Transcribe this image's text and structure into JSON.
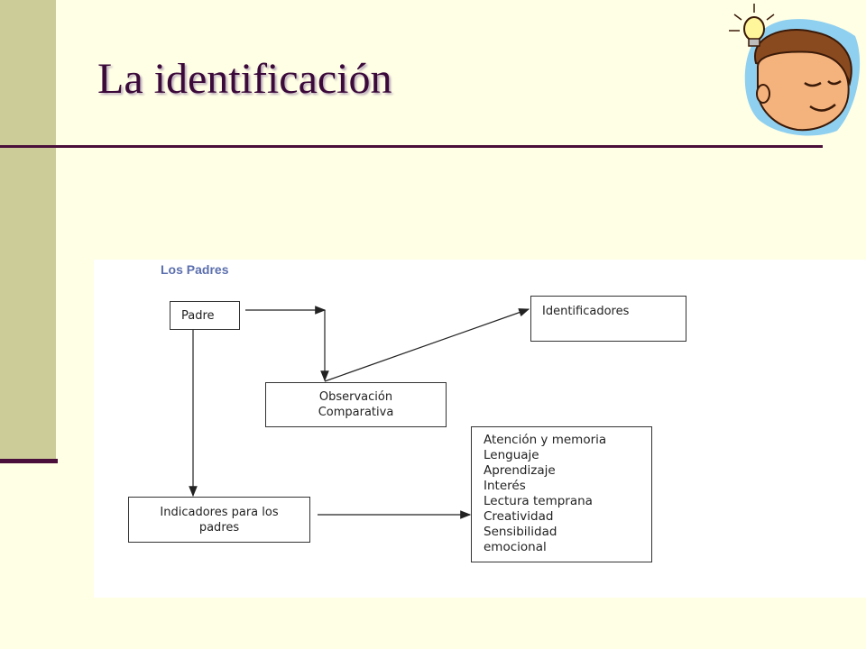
{
  "slide": {
    "title": "La identificación",
    "accent_color": "#4a0f3a",
    "background_color": "#ffffe5",
    "sidebar_color": "#cccc99",
    "clipart_icon": "idea-lightbulb-face-icon"
  },
  "diagram": {
    "title": "Los Padres",
    "nodes": {
      "padre": "Padre",
      "identificadores": "Identificadores",
      "observacion": "Observación\nComparativa",
      "indicadores": "Indicadores para los\npadres",
      "areas": [
        "Atención y memoria",
        "Lenguaje",
        "Aprendizaje",
        "Interés",
        "Lectura temprana",
        "Creatividad",
        "Sensibilidad",
        "emocional"
      ]
    },
    "edges": [
      {
        "from": "Padre",
        "to": "Observación Comparativa"
      },
      {
        "from": "Observación Comparativa",
        "to": "Identificadores"
      },
      {
        "from": "Padre",
        "to": "Indicadores para los padres"
      },
      {
        "from": "Indicadores para los padres",
        "to": "Atención y memoria"
      }
    ]
  }
}
